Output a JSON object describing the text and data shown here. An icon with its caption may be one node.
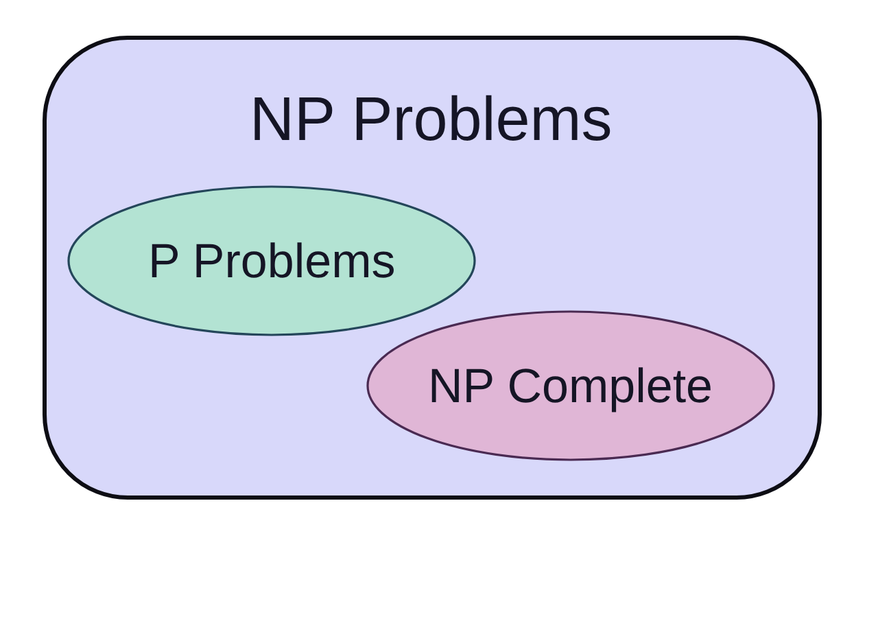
{
  "diagram": {
    "nodes": [
      {
        "text": [
          "NP Problems"
        ]
      },
      {
        "text": [
          "P Problems"
        ],
        "in": 0
      },
      {
        "text": [
          "NP Complete"
        ],
        "in": 0
      }
    ]
  }
}
